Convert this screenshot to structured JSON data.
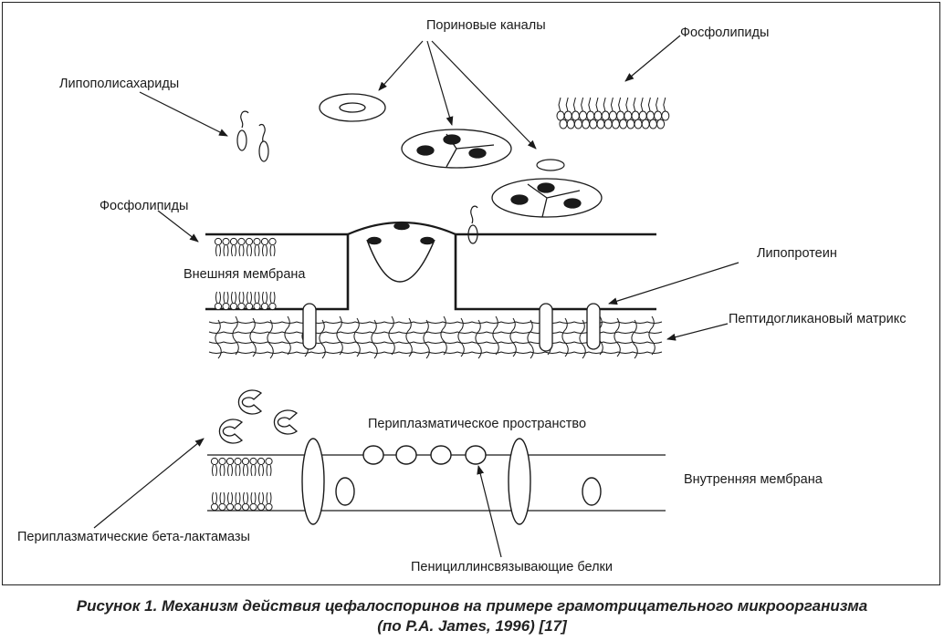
{
  "labels": {
    "porin_channels": "Пориновые каналы",
    "phospholipids_top": "Фосфолипиды",
    "lipopolysaccharides": "Липополисахариды",
    "phospholipids_mid": "Фосфолипиды",
    "outer_membrane": "Внешняя мембрана",
    "lipoprotein": "Липопротеин",
    "peptidoglycan_matrix": "Пептидогликановый матрикс",
    "periplasmic_space": "Периплазматическое пространство",
    "inner_membrane": "Внутренняя мембрана",
    "periplasmic_beta_lactamases": "Периплазматические бета-лактамазы",
    "penicillin_binding_proteins": "Пенициллинсвязывающие белки"
  },
  "caption": {
    "line1": "Рисунок 1. Механизм действия цефалоспоринов на примере грамотрицательного микроорганизма",
    "line2": "(по P.A. James, 1996) [17]"
  },
  "colors": {
    "line": "#1a1a1a",
    "background": "#ffffff"
  }
}
